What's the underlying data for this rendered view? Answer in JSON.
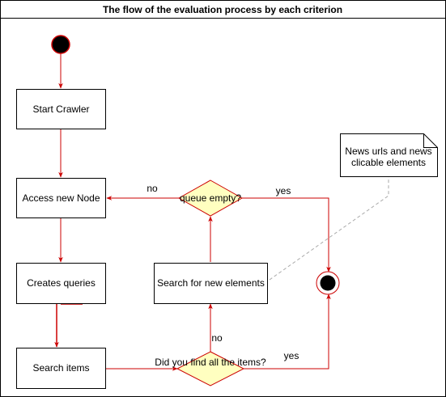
{
  "diagram": {
    "title": "The flow of the evaluation process by each criterion",
    "nodes": {
      "start_crawler": "Start Crawler",
      "access_new_node": "Access new Node",
      "creates_queries": "Creates queries",
      "search_items": "Search items",
      "search_new_elements": "Search for new elements",
      "queue_empty": "queue empty?",
      "found_all_items": "Did you find all the items?"
    },
    "note": {
      "line1": "News urls and news",
      "line2": "clicable elements"
    },
    "edge_labels": {
      "queue_no": "no",
      "queue_yes": "yes",
      "found_no": "no",
      "found_yes": "yes"
    },
    "colors": {
      "edge": "#CC0000",
      "decision_fill": "#FFFFC0",
      "decision_stroke": "#CC0000",
      "initial_fill": "#000000",
      "box_stroke": "#000000",
      "note_connector": "#AAAAAA"
    }
  }
}
